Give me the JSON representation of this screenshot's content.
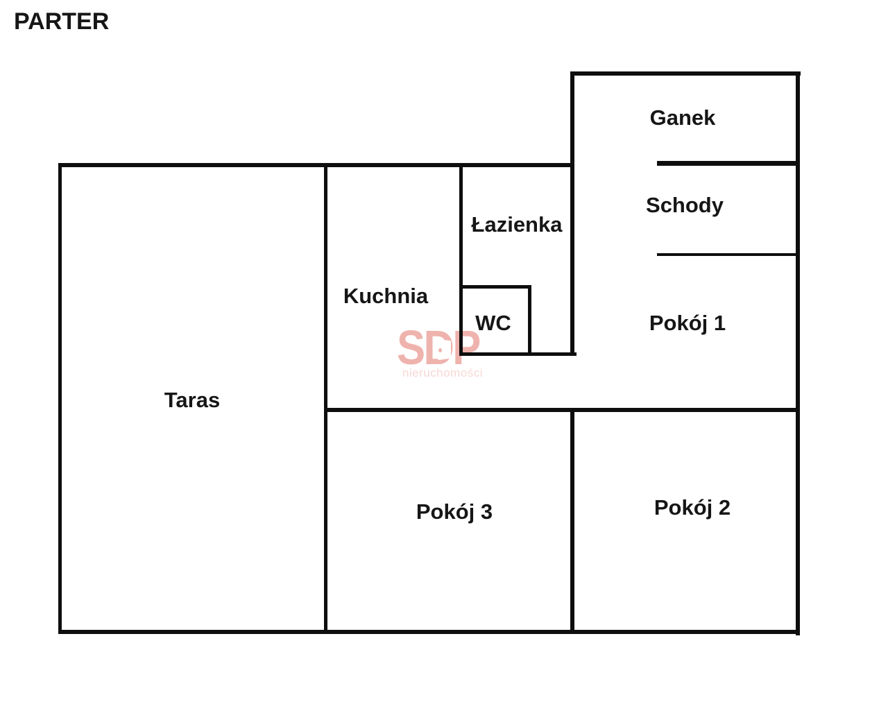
{
  "title": "PARTER",
  "colors": {
    "background": "#ffffff",
    "wall": "#0e0e0e",
    "label": "#161616",
    "watermark_logo": "#efb3ad",
    "watermark_subtitle": "#f7d8d3"
  },
  "rooms": {
    "ganek": {
      "label": "Ganek"
    },
    "schody": {
      "label": "Schody"
    },
    "lazienka": {
      "label": "Łazienka"
    },
    "kuchnia": {
      "label": "Kuchnia"
    },
    "wc": {
      "label": "WC"
    },
    "pokoj1": {
      "label": "Pokój 1"
    },
    "taras": {
      "label": "Taras"
    },
    "pokoj3": {
      "label": "Pokój 3"
    },
    "pokoj2": {
      "label": "Pokój 2"
    }
  },
  "watermark": {
    "logo": "SDP",
    "subtitle": "nieruchomości"
  }
}
